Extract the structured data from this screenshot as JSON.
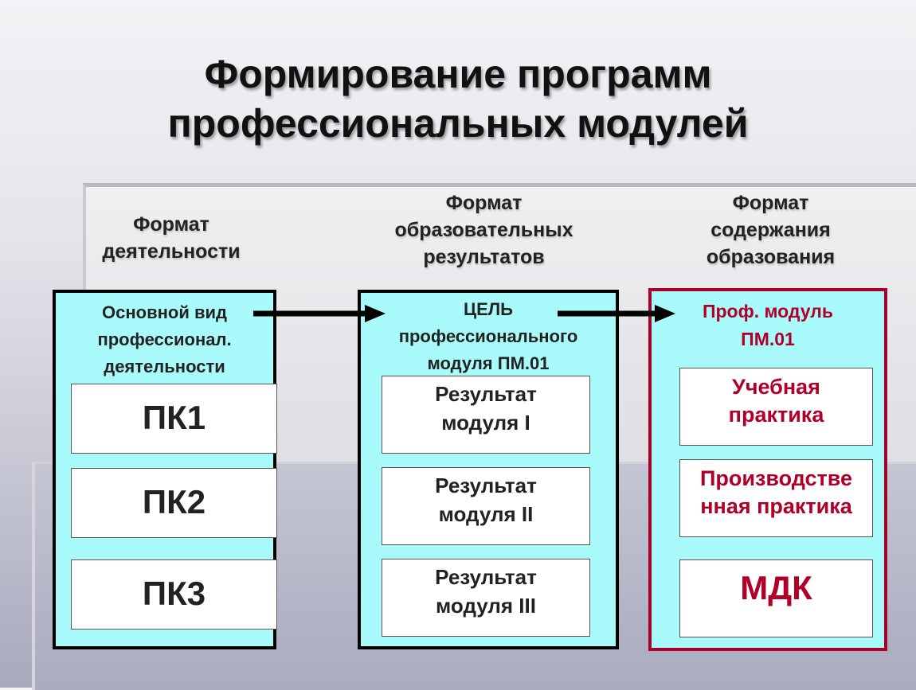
{
  "title": "Формирование программ\nпрофессиональных модулей",
  "columns": [
    {
      "header": "Формат\nдеятельности",
      "box_title": "Основной вид\nпрофессионал.\nдеятельности",
      "items": [
        "ПК1",
        "ПК2",
        "ПК3"
      ]
    },
    {
      "header": "Формат\nобразовательных\nрезультатов",
      "box_title": "ЦЕЛЬ\nпрофессионального\nмодуля ПМ.01",
      "items": [
        "Результат\nмодуля I",
        "Результат\nмодуля II",
        "Результат\nмодуля III"
      ]
    },
    {
      "header": "Формат\nсодержания\nобразования",
      "box_title": "Проф. модуль\nПМ.01",
      "items": [
        "Учебная\nпрактика",
        "Производстве\nнная практика",
        "МДК"
      ]
    }
  ],
  "colors": {
    "box_fill": "#a9fbfb",
    "accent_red": "#b0002a",
    "border_black": "#000000"
  }
}
